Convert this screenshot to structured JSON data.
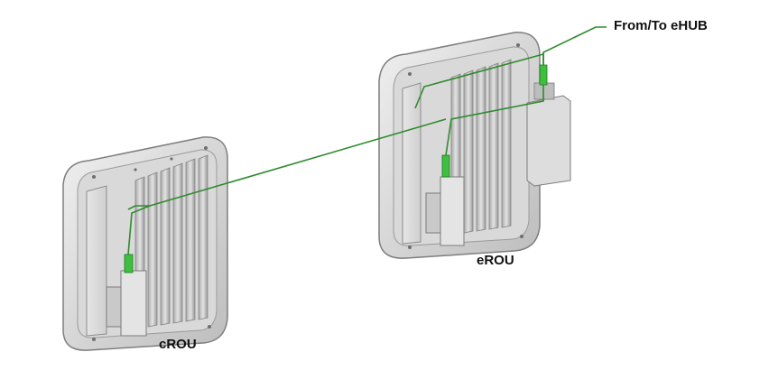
{
  "labels": {
    "ehub": "From/To eHUB",
    "erou": "eROU",
    "crou": "cROU"
  },
  "colors": {
    "cable": "#2e8b2e",
    "connector": "#3fbf3f",
    "housing": "#dcdcdc",
    "housing_edge": "#8a8a8a",
    "fin": "#bcbcbc",
    "background": "#ffffff"
  }
}
